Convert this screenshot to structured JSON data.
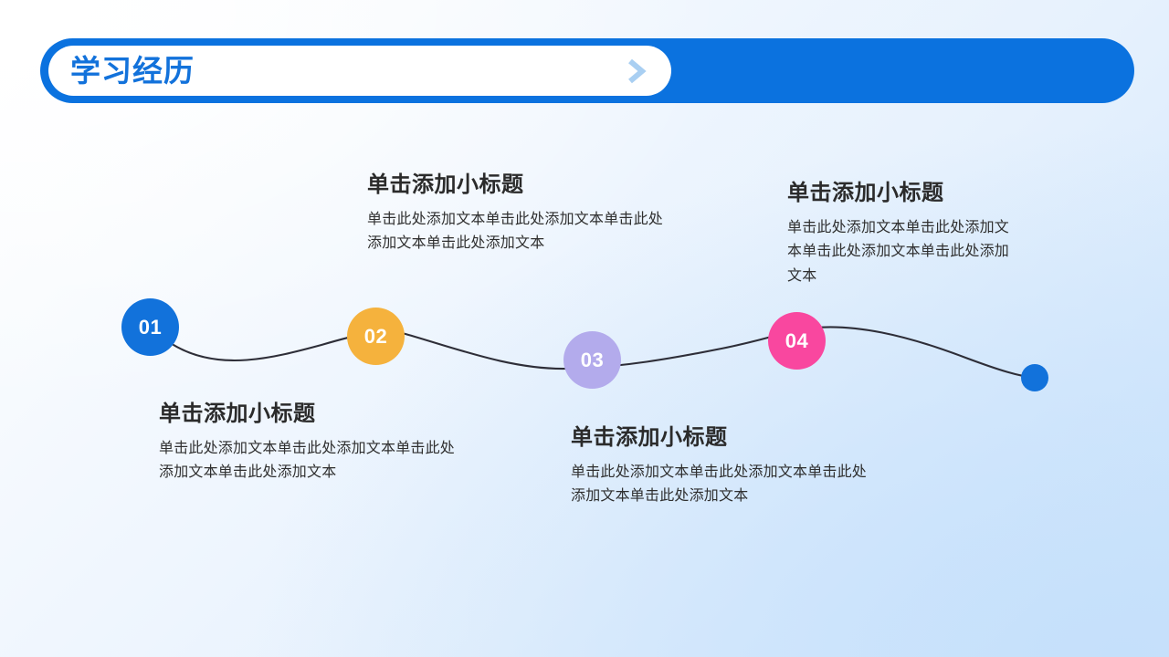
{
  "header": {
    "title": "学习经历",
    "chevron_icon": "chevron-right-icon",
    "bar_color": "#0b72df",
    "title_color": "#1272db",
    "chevron_color": "#a9cff2"
  },
  "timeline": {
    "line_color": "#2e2e38",
    "end_dot_color": "#1272db",
    "nodes": [
      {
        "number": "01",
        "color": "#1272db"
      },
      {
        "number": "02",
        "color": "#f5b23d"
      },
      {
        "number": "03",
        "color": "#b3abec"
      },
      {
        "number": "04",
        "color": "#f9479f"
      }
    ]
  },
  "blocks": [
    {
      "heading": "单击添加小标题",
      "body": "单击此处添加文本单击此处添加文本单击此处添加文本单击此处添加文本"
    },
    {
      "heading": "单击添加小标题",
      "body": "单击此处添加文本单击此处添加文本单击此处添加文本单击此处添加文本"
    },
    {
      "heading": "单击添加小标题",
      "body": "单击此处添加文本单击此处添加文本单击此处添加文本单击此处添加文本"
    },
    {
      "heading": "单击添加小标题",
      "body": "单击此处添加文本单击此处添加文本单击此处添加文本单击此处添加文本"
    }
  ]
}
